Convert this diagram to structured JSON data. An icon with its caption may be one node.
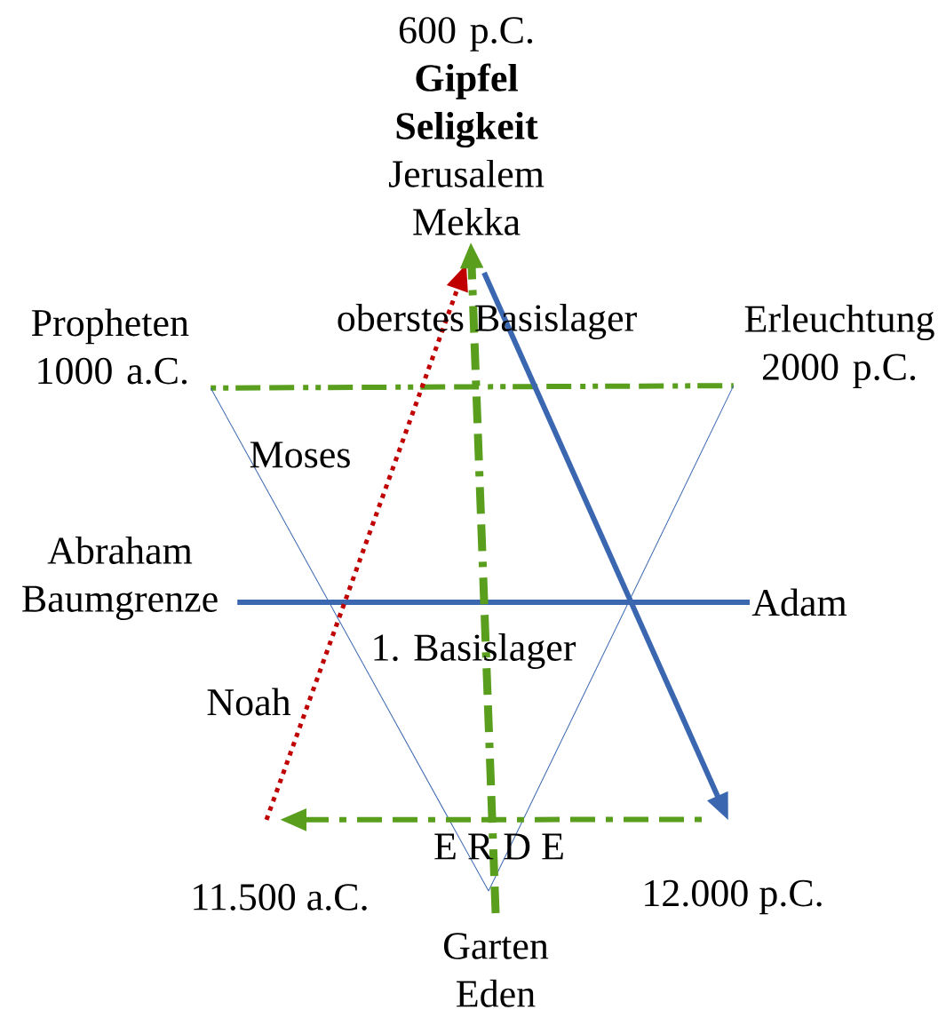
{
  "diagram": {
    "nodes": [
      {
        "text": [
          "600 p.C.",
          "Gipfel Seligkeit",
          "Jerusalem Mekka"
        ]
      },
      {
        "text": [
          "Propheten 1000 a.C."
        ]
      },
      {
        "text": [
          "Erleuchtung 2000 p.C."
        ]
      },
      {
        "text": [
          "Abraham Baumgrenze"
        ]
      },
      {
        "text": [
          "Adam"
        ]
      },
      {
        "text": [
          "11.500 a.C."
        ]
      },
      {
        "text": [
          "12.000 p.C."
        ]
      },
      {
        "text": [
          "Garten Eden"
        ]
      }
    ],
    "edges": [
      {
        "from": 1,
        "to": 2,
        "arrow": "none",
        "style": "dashed",
        "color": "#5a9e1e"
      },
      {
        "from": 1,
        "to": 7,
        "arrow": "none"
      },
      {
        "from": 2,
        "to": 7,
        "arrow": "none"
      },
      {
        "from": 3,
        "to": 4,
        "arrow": "none"
      },
      {
        "from": 0,
        "to": 6,
        "arrow": "to"
      },
      {
        "from": 5,
        "to": 0,
        "arrow": "to",
        "style": "dashed",
        "color": "#c00000"
      },
      {
        "from": 7,
        "to": 0,
        "arrow": "to",
        "style": "dashed",
        "color": "#5a9e1e"
      },
      {
        "from": 6,
        "to": 5,
        "arrow": "to",
        "style": "dashed",
        "color": "#5a9e1e"
      }
    ],
    "labels": [
      "oberstes Basislager",
      "Moses",
      "1. Basislager",
      "Noah",
      "E R D E"
    ]
  }
}
